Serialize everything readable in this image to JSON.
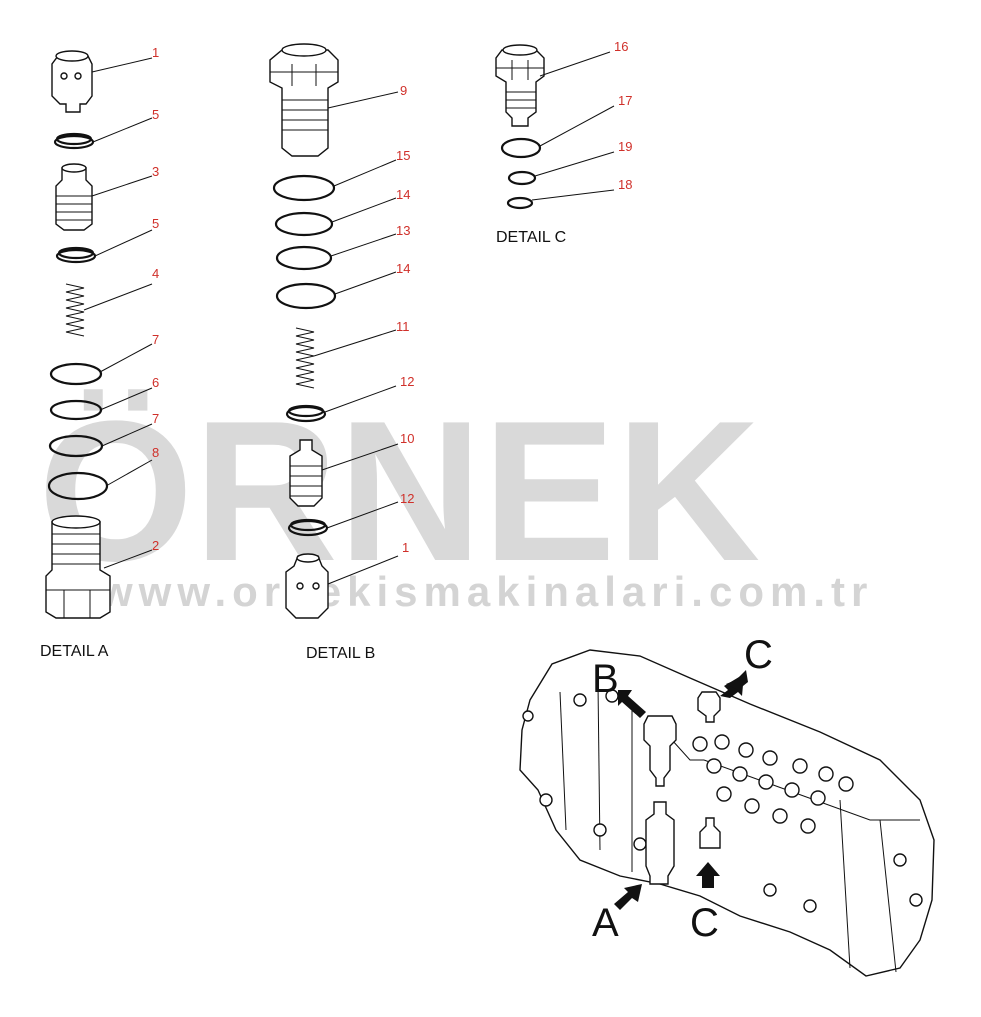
{
  "watermark": {
    "brand": "ÖRNEK",
    "url": "www.ornekismakinalari.com.tr",
    "color": "#d9d9d9"
  },
  "details": {
    "a": "DETAIL A",
    "b": "DETAIL B",
    "c": "DETAIL C"
  },
  "callouts_a": [
    "1",
    "5",
    "3",
    "5",
    "4",
    "7",
    "6",
    "7",
    "8",
    "2"
  ],
  "callouts_b": [
    "9",
    "15",
    "14",
    "13",
    "14",
    "11",
    "12",
    "10",
    "12",
    "1"
  ],
  "callouts_c": [
    "16",
    "17",
    "19",
    "18"
  ],
  "view_labels": {
    "a": "A",
    "b": "B",
    "c_top": "C",
    "c_bottom": "C"
  },
  "colors": {
    "callout": "#d0302a",
    "line": "#111111"
  }
}
